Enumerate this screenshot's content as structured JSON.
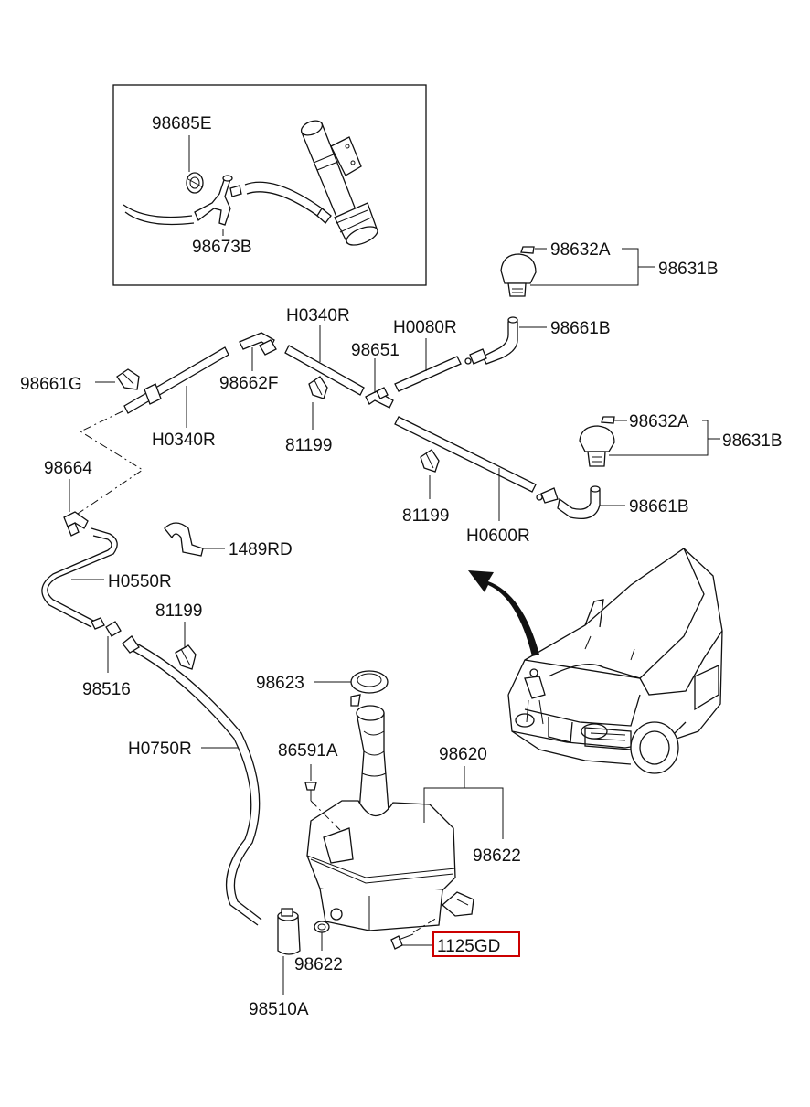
{
  "labels": {
    "inset_98685E": "98685E",
    "inset_98673B": "98673B",
    "n98632A_top": "98632A",
    "n98631B_top": "98631B",
    "h0340r_top": "H0340R",
    "h0080r": "H0080R",
    "n98661B_top": "98661B",
    "n98651": "98651",
    "n98661G": "98661G",
    "n98662F": "98662F",
    "h0340r_left": "H0340R",
    "n81199_a": "81199",
    "n98632A_mid": "98632A",
    "n98631B_mid": "98631B",
    "n98664": "98664",
    "n81199_b": "81199",
    "h0600r": "H0600R",
    "n98661B_mid": "98661B",
    "n1489RD": "1489RD",
    "h0550r": "H0550R",
    "n81199_c": "81199",
    "n98516": "98516",
    "n98623": "98623",
    "h0750r": "H0750R",
    "n86591A": "86591A",
    "n98620": "98620",
    "n98622_right": "98622",
    "n98622_bottom": "98622",
    "n1125GD": "1125GD",
    "n98510A": "98510A"
  },
  "colors": {
    "line": "#111111",
    "highlight_box": "#cc0000",
    "background": "#ffffff"
  }
}
